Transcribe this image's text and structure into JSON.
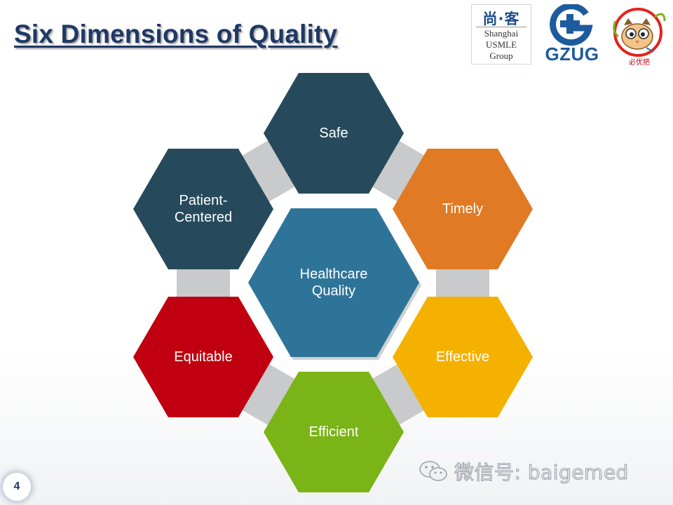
{
  "slide": {
    "title": "Six Dimensions of Quality",
    "page_number": "4"
  },
  "logos": {
    "usmle": {
      "chinese": "尚·客",
      "line1": "Shanghai",
      "line2": "USMLE",
      "line3": "Group"
    },
    "gzug": {
      "text": "GZUG"
    },
    "owl": {
      "chinese": "必优把"
    }
  },
  "diagram": {
    "center": {
      "label": "Healthcare\nQuality",
      "color": "#2e7499"
    },
    "dimensions": [
      {
        "label": "Safe",
        "color": "#264a5b"
      },
      {
        "label": "Timely",
        "color": "#e07a24"
      },
      {
        "label": "Effective",
        "color": "#f5b100"
      },
      {
        "label": "Efficient",
        "color": "#7ab417"
      },
      {
        "label": "Equitable",
        "color": "#c00010"
      },
      {
        "label": "Patient-\nCentered",
        "color": "#264a5b"
      }
    ],
    "connector_color": "#c8cacc"
  },
  "watermark": {
    "text": "微信号: baigemed"
  }
}
